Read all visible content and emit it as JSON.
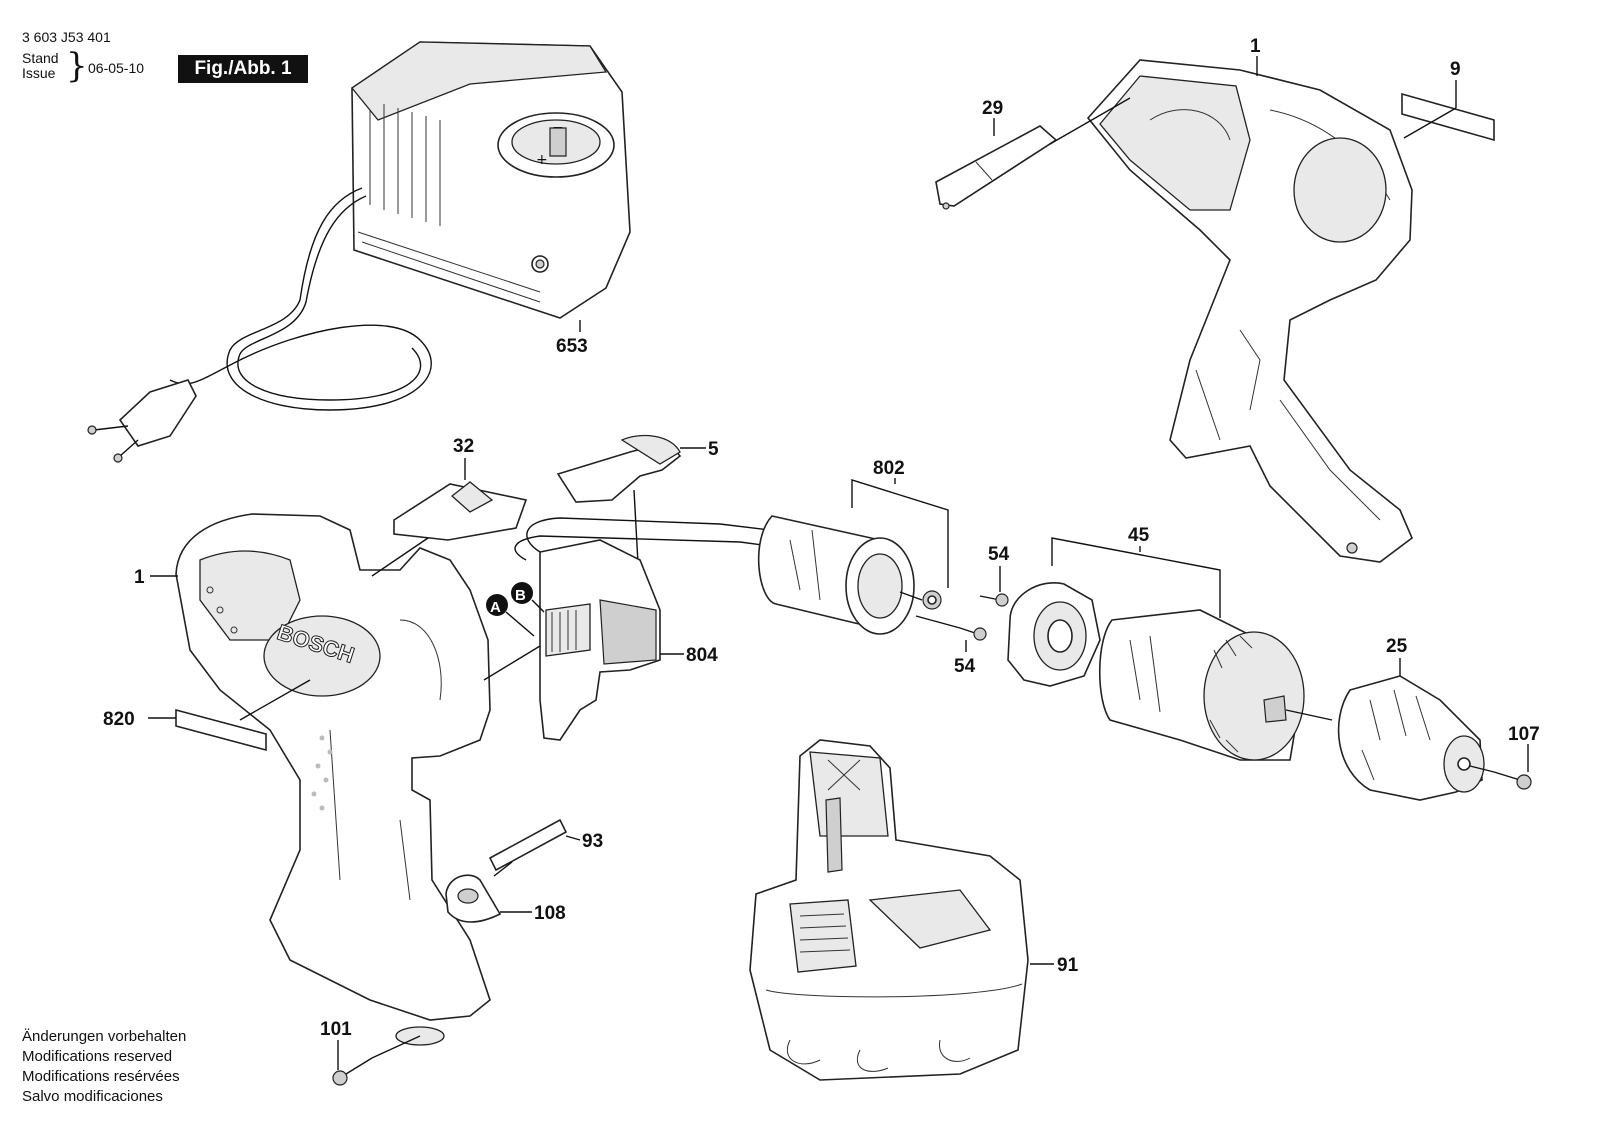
{
  "header": {
    "doc_number": "3 603 J53 401",
    "stand_label": "Stand",
    "issue_label": "Issue",
    "date": "06-05-10",
    "figure_label": "Fig./Abb. 1"
  },
  "footer_notes": [
    "Änderungen vorbehalten",
    "Modifications reserved",
    "Modifications resérvées",
    "Salvo modificaciones"
  ],
  "part_labels": {
    "housing_top": "1",
    "label_plate": "9",
    "clip": "29",
    "charger": "653",
    "switch_cover": "32",
    "trigger": "5",
    "motor": "802",
    "housing_left": "1",
    "screw_upper": "54",
    "gearbox": "45",
    "screw_lower": "54",
    "switch": "804",
    "marker_a": "A",
    "marker_b": "B",
    "chuck": "25",
    "chuck_screw": "107",
    "type_plate": "820",
    "bit": "93",
    "bit_holder": "108",
    "battery": "91",
    "housing_screw": "101"
  },
  "brand_text": "BOSCH",
  "charger_polarity": {
    "minus": "−",
    "plus": "+"
  }
}
